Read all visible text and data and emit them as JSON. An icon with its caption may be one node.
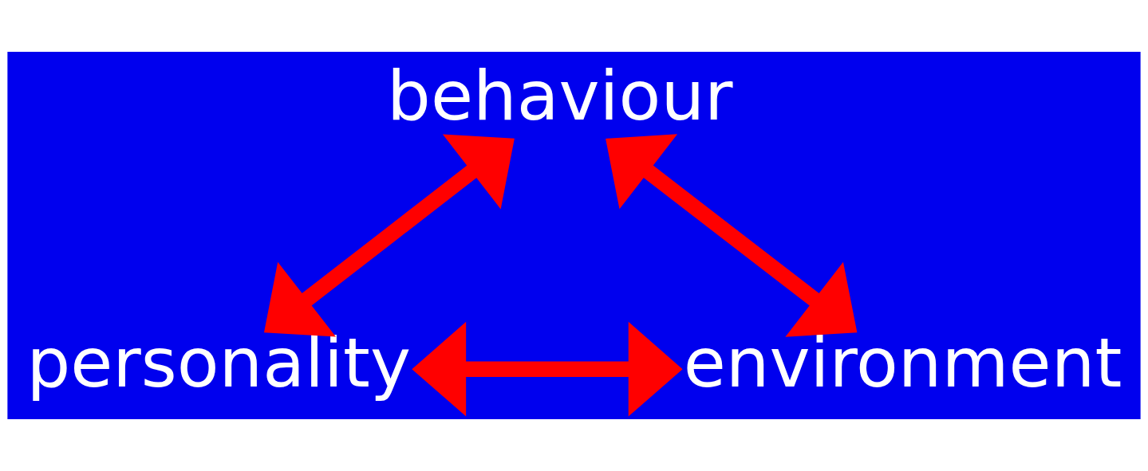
{
  "diagram": {
    "nodes": [
      {
        "text": [
          "behaviour"
        ]
      },
      {
        "text": [
          "personality"
        ]
      },
      {
        "text": [
          "environment"
        ]
      }
    ],
    "edges": [
      {
        "from": 0,
        "to": 1,
        "arrow": "both"
      },
      {
        "from": 0,
        "to": 2,
        "arrow": "both"
      },
      {
        "from": 1,
        "to": 2,
        "arrow": "both"
      }
    ]
  }
}
